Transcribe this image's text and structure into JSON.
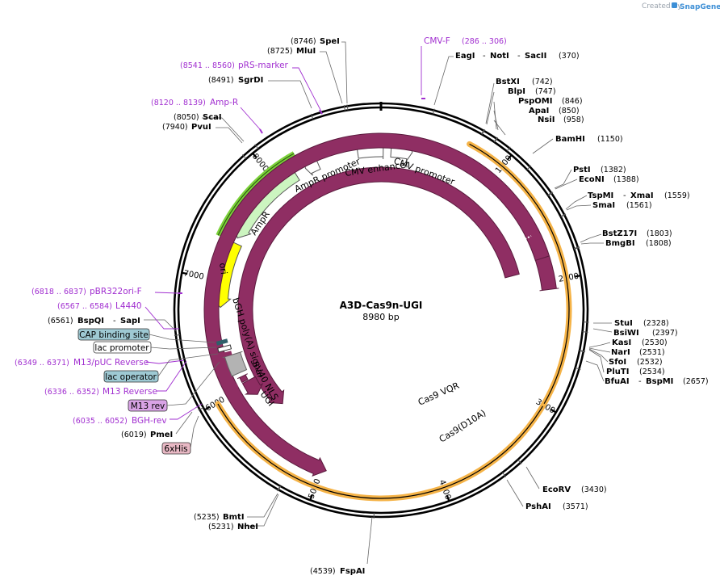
{
  "credit": {
    "created_by": "Created by",
    "brand": "SnapGene"
  },
  "plasmid": {
    "name": "A3D-Cas9n-UGI",
    "length_label": "8980 bp",
    "length": 8980
  },
  "ring_ticks": [
    {
      "label": "1000",
      "pos": 1000
    },
    {
      "label": "2000",
      "pos": 2000
    },
    {
      "label": "3000",
      "pos": 3000
    },
    {
      "label": "4000",
      "pos": 4000
    },
    {
      "label": "5000",
      "pos": 5000
    },
    {
      "label": "6000",
      "pos": 6000
    },
    {
      "label": "7000",
      "pos": 7000
    },
    {
      "label": "8000",
      "pos": 8000
    }
  ],
  "sites": [
    {
      "name": "SpeI",
      "pos_label": "(8746)",
      "pos": 8746
    },
    {
      "name": "MluI",
      "pos_label": "(8725)",
      "pos": 8725
    },
    {
      "name": "SgrDI",
      "pos_label": "(8491)",
      "pos": 8491
    },
    {
      "name": "ScaI",
      "pos_label": "(8050)",
      "pos": 8050
    },
    {
      "name": "PvuI",
      "pos_label": "(7940)",
      "pos": 7940
    },
    {
      "name": "EagI",
      "name2": "NotI",
      "name3": "SacII",
      "pos_label": "(370)",
      "pos": 370
    },
    {
      "name": "BstXI",
      "pos_label": "(742)",
      "pos": 742
    },
    {
      "name": "BlpI",
      "pos_label": "(747)",
      "pos": 747
    },
    {
      "name": "PspOMI",
      "pos_label": "(846)",
      "pos": 846
    },
    {
      "name": "ApaI",
      "pos_label": "(850)",
      "pos": 850
    },
    {
      "name": "NsiI",
      "pos_label": "(958)",
      "pos": 958
    },
    {
      "name": "BamHI",
      "pos_label": "(1150)",
      "pos": 1150
    },
    {
      "name": "PstI",
      "pos_label": "(1382)",
      "pos": 1382
    },
    {
      "name": "EcoNI",
      "pos_label": "(1388)",
      "pos": 1388
    },
    {
      "name": "TspMI",
      "name2": "XmaI",
      "pos_label": "(1559)",
      "pos": 1559
    },
    {
      "name": "SmaI",
      "pos_label": "(1561)",
      "pos": 1561
    },
    {
      "name": "BstZ17I",
      "pos_label": "(1803)",
      "pos": 1803
    },
    {
      "name": "BmgBI",
      "pos_label": "(1808)",
      "pos": 1808
    },
    {
      "name": "StuI",
      "pos_label": "(2328)",
      "pos": 2328
    },
    {
      "name": "BsiWI",
      "pos_label": "(2397)",
      "pos": 2397
    },
    {
      "name": "KasI",
      "pos_label": "(2530)",
      "pos": 2530
    },
    {
      "name": "NarI",
      "pos_label": "(2531)",
      "pos": 2531
    },
    {
      "name": "SfoI",
      "pos_label": "(2532)",
      "pos": 2532
    },
    {
      "name": "PluTI",
      "pos_label": "(2534)",
      "pos": 2534
    },
    {
      "name": "BfuAI",
      "name2": "BspMI",
      "pos_label": "(2657)",
      "pos": 2657
    },
    {
      "name": "EcoRV",
      "pos_label": "(3430)",
      "pos": 3430
    },
    {
      "name": "PshAI",
      "pos_label": "(3571)",
      "pos": 3571
    },
    {
      "name": "FspAI",
      "pos_label": "(4539)",
      "pos": 4539
    },
    {
      "name": "BmtI",
      "pos_label": "(5235)",
      "pos": 5235
    },
    {
      "name": "NheI",
      "pos_label": "(5231)",
      "pos": 5231
    },
    {
      "name": "PmeI",
      "pos_label": "(6019)",
      "pos": 6019
    },
    {
      "name": "BspQI",
      "name2": "SapI",
      "pos_label": "(6561)",
      "pos": 6561
    }
  ],
  "primers": [
    {
      "name": "CMV-F",
      "range": "(286 .. 306)"
    },
    {
      "name": "pRS-marker",
      "range": "(8541 .. 8560)"
    },
    {
      "name": "Amp-R",
      "range": "(8120 .. 8139)"
    },
    {
      "name": "pBR322ori-F",
      "range": "(6818 .. 6837)"
    },
    {
      "name": "L4440",
      "range": "(6567 .. 6584)"
    },
    {
      "name": "M13/pUC Reverse",
      "range": "(6349 .. 6371)"
    },
    {
      "name": "M13 Reverse",
      "range": "(6336 .. 6352)"
    },
    {
      "name": "BGH-rev",
      "range": "(6035 .. 6052)"
    }
  ],
  "boxed_labels": {
    "cap_binding_site": "CAP binding site",
    "lac_promoter": "lac promoter",
    "lac_operator": "lac operator",
    "m13_rev": "M13 rev",
    "his_tag": "6xHis"
  },
  "features": {
    "ampr_promoter": "AmpR promoter",
    "ampr": "AmpR",
    "cmv_enhancer": "CMV enhancer",
    "cmv_promoter": "CMV promoter",
    "ori": "ori",
    "bgh_polya": "bGH poly(A) signal",
    "sv40_nls": "SV40 NLS",
    "ugi": "UGI",
    "cas9_vqr": "Cas9 VQR",
    "cas9_d10a": "Cas9(D10A)"
  },
  "colors": {
    "backbone": "#000000",
    "cds": "#8f2e63",
    "ampr_fill": "#ccf5c0",
    "ori_fill": "#ffff00",
    "promoter_fill": "#ffffff",
    "orange_track": "#f5b347",
    "primer": "#a12fd0",
    "cap_box": "#9ec9d3",
    "m13_box": "#d9a3e6",
    "his_box": "#e8b8c4"
  }
}
